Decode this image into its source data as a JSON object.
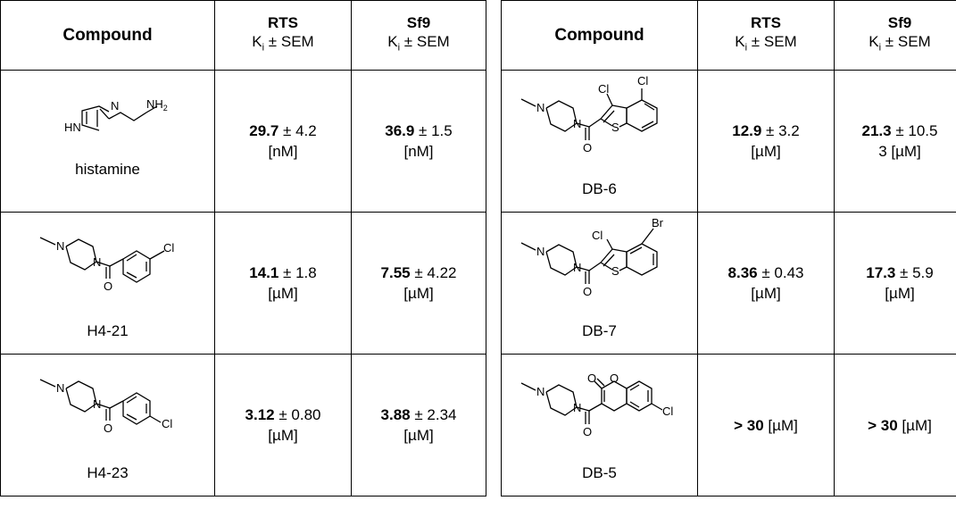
{
  "header": {
    "compound": "Compound",
    "rts": "RTS",
    "sf9": "Sf9",
    "metric_symbol": "K",
    "metric_subscript": "i",
    "metric_suffix": " ± SEM"
  },
  "atoms": {
    "N": "N",
    "HN": "HN",
    "NH2": "NH",
    "NH2_sub": "2",
    "O": "O",
    "S": "S",
    "Cl": "Cl",
    "Br": "Br"
  },
  "left_rows": [
    {
      "name": "histamine",
      "rts_bold": "29.7",
      "rts_rest": " ± 4.2",
      "rts_unit": "[nM]",
      "sf9_bold": "36.9",
      "sf9_rest": " ± 1.5",
      "sf9_unit": "[nM]"
    },
    {
      "name": "H4-21",
      "rts_bold": "14.1",
      "rts_rest": " ± 1.8",
      "rts_unit": "[µM]",
      "sf9_bold": "7.55",
      "sf9_rest": " ± 4.22",
      "sf9_unit": "[µM]"
    },
    {
      "name": "H4-23",
      "rts_bold": "3.12",
      "rts_rest": " ± 0.80",
      "rts_unit": "[µM]",
      "sf9_bold": "3.88",
      "sf9_rest": " ± 2.34",
      "sf9_unit": "[µM]"
    }
  ],
  "right_rows": [
    {
      "name": "DB-6",
      "rts_bold": "12.9",
      "rts_rest": " ± 3.2",
      "rts_unit": "[µM]",
      "sf9_bold": "21.3",
      "sf9_rest": " ± 10.5",
      "sf9_unit": "3 [µM]"
    },
    {
      "name": "DB-7",
      "rts_bold": "8.36",
      "rts_rest": " ± 0.43",
      "rts_unit": "[µM]",
      "sf9_bold": "17.3",
      "sf9_rest": " ± 5.9",
      "sf9_unit": "[µM]"
    },
    {
      "name": "DB-5",
      "rts_bold": "> 30",
      "rts_rest": " [µM]",
      "rts_unit": "",
      "sf9_bold": "> 30",
      "sf9_rest": " [µM]",
      "sf9_unit": ""
    }
  ]
}
